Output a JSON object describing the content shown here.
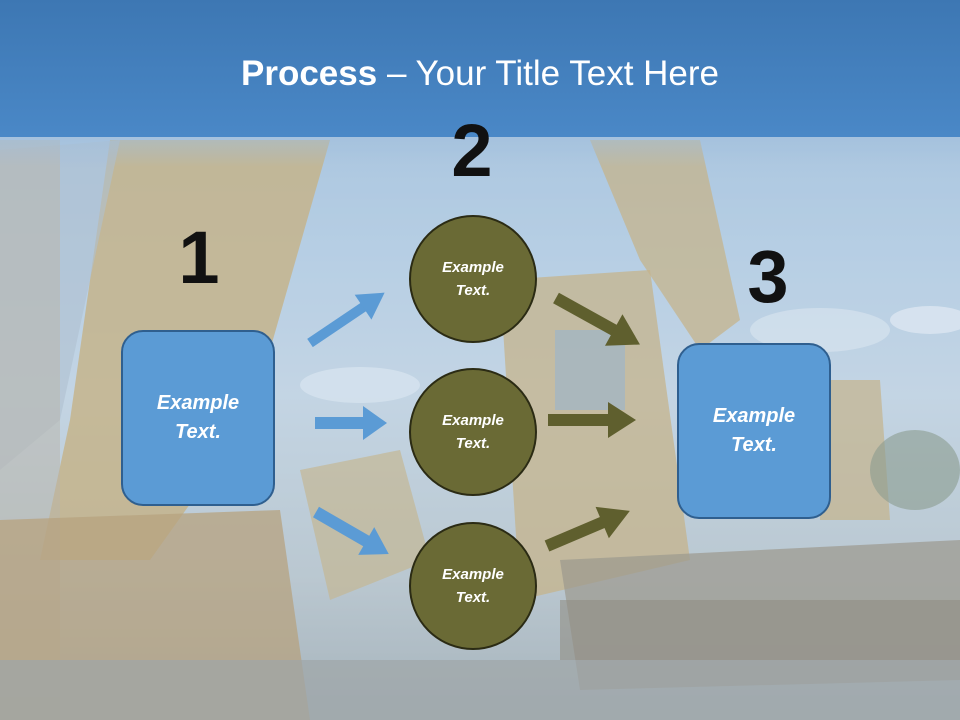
{
  "title": {
    "bold": "Process",
    "rest": " – Your Title Text Here"
  },
  "steps": {
    "one": "1",
    "two": "2",
    "three": "3"
  },
  "boxes": {
    "left": "Example Text.",
    "right": "Example Text."
  },
  "circles": {
    "top": "Example Text.",
    "middle": "Example Text.",
    "bottom": "Example Text."
  },
  "colors": {
    "header": "#4a88c7",
    "box": "#5b9bd5",
    "circle": "#6a6a35",
    "blue_arrow": "#5b9bd5",
    "olive_arrow": "#5f5f2e"
  }
}
